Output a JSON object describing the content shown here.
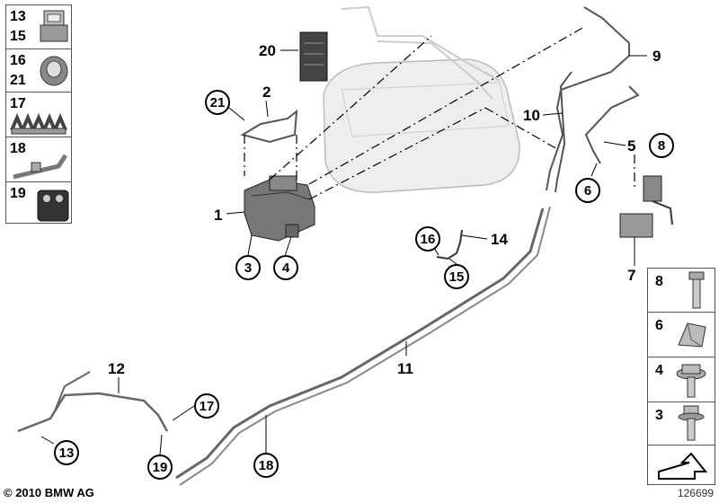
{
  "left_panel": {
    "items": [
      {
        "nums": [
          "13",
          "15"
        ],
        "icon": "cable-clip-icon"
      },
      {
        "nums": [
          "16",
          "21"
        ],
        "icon": "rubber-grommet-icon"
      },
      {
        "nums": [
          "17"
        ],
        "icon": "multi-pipe-clip-icon"
      },
      {
        "nums": [
          "18"
        ],
        "icon": "bracket-clip-icon"
      },
      {
        "nums": [
          "19"
        ],
        "icon": "rubber-block-icon"
      }
    ]
  },
  "right_panel": {
    "items": [
      {
        "num": "8",
        "icon": "hex-bolt-icon"
      },
      {
        "num": "6",
        "icon": "spring-clip-icon"
      },
      {
        "num": "4",
        "icon": "hex-nut-flange-icon"
      },
      {
        "num": "3",
        "icon": "hex-bolt-washer-icon"
      }
    ]
  },
  "callouts": {
    "c1": "1",
    "c2": "2",
    "c3": "3",
    "c4": "4",
    "c5": "5",
    "c6": "6",
    "c7": "7",
    "c8": "8",
    "c9": "9",
    "c10": "10",
    "c11": "11",
    "c12": "12",
    "c13": "13",
    "c14": "14",
    "c15": "15",
    "c16": "16",
    "c17": "17",
    "c18": "18",
    "c19": "19",
    "c20": "20",
    "c21": "21"
  },
  "footer": {
    "copyright": "© 2010 BMW AG",
    "diagram_number": "126699"
  }
}
